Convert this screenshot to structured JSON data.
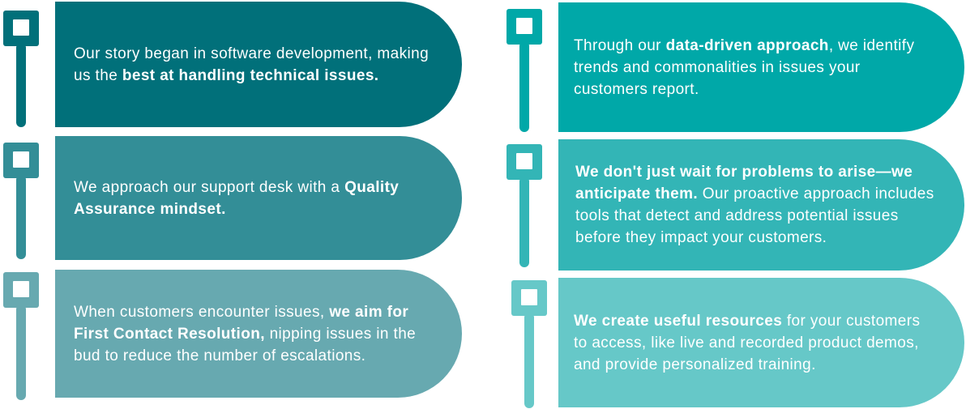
{
  "colors": {
    "c1": "#01707A",
    "c2": "#338E97",
    "c3": "#67A9B0",
    "c4": "#00A8A8",
    "c5": "#33B5B6",
    "c6": "#66C8C8"
  },
  "items": [
    {
      "before": "Our story began in software development, making us the ",
      "bold": "best at handling technical issues.",
      "after": ""
    },
    {
      "before": "We approach our support desk with a ",
      "bold": "Quality Assurance mindset.",
      "after": ""
    },
    {
      "before": "When customers encounter issues, ",
      "bold": "we aim for First Contact Resolution,",
      "after": " nipping issues in the bud to reduce the number of escalations."
    },
    {
      "before": "Through our ",
      "bold": "data-driven approach",
      "after": ", we identify trends and commonalities in issues your customers report."
    },
    {
      "before": "",
      "bold": "We don't just wait for problems to arise—we anticipate them.",
      "after": " Our proactive approach includes tools that detect and address potential issues before they impact your customers."
    },
    {
      "before": "",
      "bold": "We create useful resources",
      "after": " for your customers to access, like live and recorded product demos, and provide personalized training."
    }
  ]
}
